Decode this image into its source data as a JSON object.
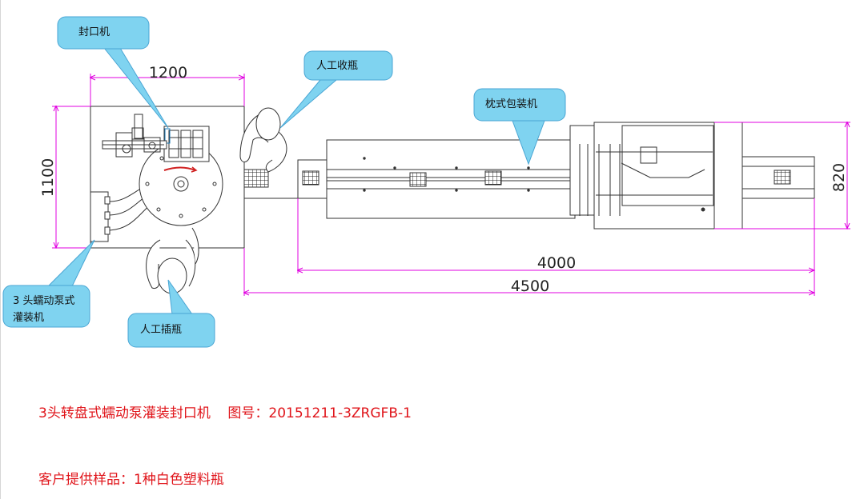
{
  "callouts": {
    "sealer": "封口机",
    "manual_collect": "人工收瓶",
    "pillow_pack": "枕式包装机",
    "filler_line1": "3 头蠕动泵式",
    "filler_line2": "灌装机",
    "manual_insert": "人工插瓶"
  },
  "dimensions": {
    "top_width": "1200",
    "left_height": "1100",
    "right_height": "820",
    "inner_length": "4000",
    "total_length": "4500"
  },
  "captions": {
    "title": "3头转盘式蠕动泵灌装封口机    图号：20151211-3ZRGFB-1",
    "sample": "客户提供样品：1种白色塑料瓶"
  },
  "colors": {
    "dimension_line": "#e000e0",
    "callout_fill": "#7fd3f0",
    "callout_stroke": "#4aa6d4",
    "caption_text": "#e0141a",
    "drawing_line": "#333333"
  }
}
